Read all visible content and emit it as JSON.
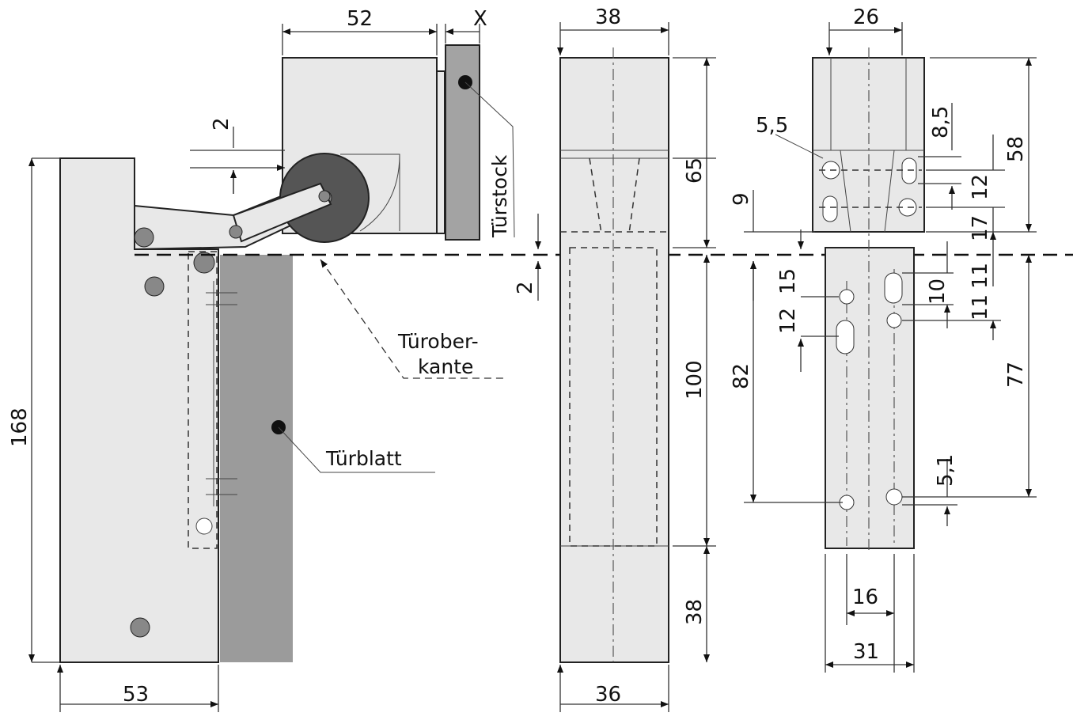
{
  "labels": {
    "housing_width": "52",
    "gap_x": "X",
    "front_top_width": "38",
    "plate_top_width": "26",
    "roller_offset": "2",
    "upper_height": "65",
    "offset_9": "9",
    "hole_8_5": "8,5",
    "hole_5_5": "5,5",
    "block_height": "58",
    "hole_spacing_12_top": "12",
    "offset_17": "17",
    "frame_label": "Türstock",
    "gap_2": "2",
    "dim_15": "15",
    "dim_12_left": "12",
    "slot_10": "10",
    "dim_11_a": "11",
    "dim_11_b": "11",
    "door_top_edge_line1": "Türober-",
    "door_top_edge_line2": "kante",
    "lower_height": "100",
    "dim_82": "82",
    "dim_77": "77",
    "total_height": "168",
    "door_leaf_label": "Türblatt",
    "dim_5_1": "5,1",
    "hole_spacing_16": "16",
    "bottom_38": "38",
    "plate_width_31": "31",
    "base_width_53": "53",
    "front_bottom_width": "36"
  },
  "colors": {
    "part_fill": "#e8e8e8",
    "door_leaf": "#9b9b9b",
    "frame": "#a3a3a3",
    "roller": "#555555"
  }
}
